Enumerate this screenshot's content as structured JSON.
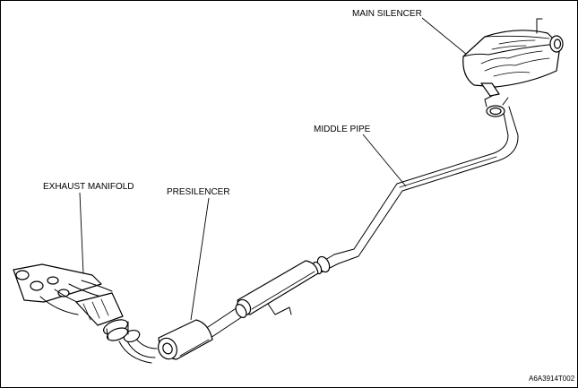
{
  "diagram": {
    "labels": {
      "main_silencer": "MAIN SILENCER",
      "middle_pipe": "MIDDLE PIPE",
      "exhaust_manifold": "EXHAUST MANIFOLD",
      "presilencer": "PRESILENCER"
    },
    "figure_code": "A6A3914T002"
  }
}
